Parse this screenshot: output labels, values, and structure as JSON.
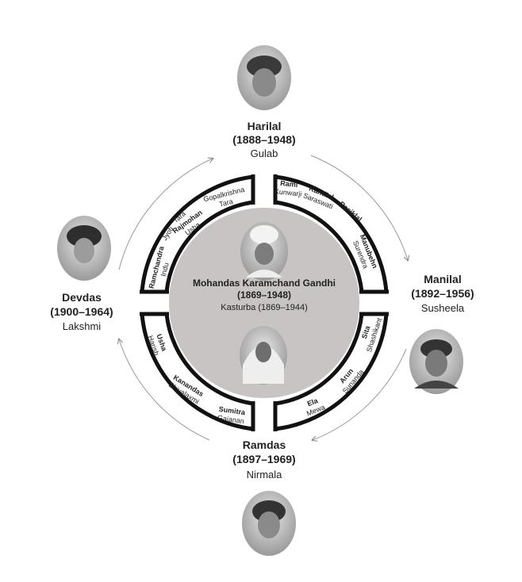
{
  "center": {
    "name": "Mohandas Karamchand Gandhi",
    "years": "(1869–1948)",
    "spouse": "Kasturba (1869–1944)"
  },
  "sons": {
    "harilal": {
      "name": "Harilal",
      "years": "(1888–1948)",
      "spouse": "Gulab"
    },
    "manilal": {
      "name": "Manilal",
      "years": "(1892–1956)",
      "spouse": "Susheela"
    },
    "ramdas": {
      "name": "Ramdas",
      "years": "(1897–1969)",
      "spouse": "Nirmala"
    },
    "devdas": {
      "name": "Devdas",
      "years": "(1900–1964)",
      "spouse": "Lakshmi"
    }
  },
  "grandchildren": {
    "harilal": [
      {
        "name": "Rami",
        "spouse": "Kunwarji"
      },
      {
        "name": "Kantilal",
        "spouse": "Saraswati"
      },
      {
        "name": "Rasiklal",
        "spouse": ""
      },
      {
        "name": "Manubehn",
        "spouse": "Surendra"
      }
    ],
    "manilal": [
      {
        "name": "Sita",
        "spouse": "Shashikant"
      },
      {
        "name": "Arun",
        "spouse": "Sunanda"
      },
      {
        "name": "Ela",
        "spouse": "Mewa"
      }
    ],
    "ramdas": [
      {
        "name": "Sumitra",
        "spouse": "Gajanan"
      },
      {
        "name": "Kanandas",
        "spouse": "Shivalaxmi"
      },
      {
        "name": "Usha",
        "spouse": "Harish"
      }
    ],
    "devdas": [
      {
        "name": "Tara",
        "spouse": ""
      },
      {
        "name": "Rajmohan",
        "spouse": "Usha"
      },
      {
        "name": "Ramchandra",
        "spouse": "Indu"
      },
      {
        "name": "",
        "spouse": "Jyoti"
      },
      {
        "name": "Gopalkrishna",
        "spouse": "Tara"
      }
    ]
  }
}
